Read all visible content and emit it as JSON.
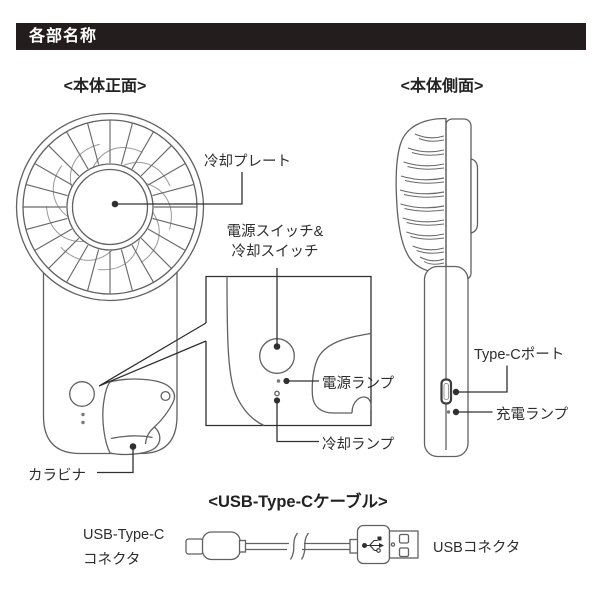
{
  "header": {
    "title": "各部名称"
  },
  "front_view": {
    "caption": "<本体正面>",
    "labels": {
      "cooling_plate": "冷却プレート",
      "switch_line1": "電源スイッチ&",
      "switch_line2": "冷却スイッチ",
      "power_lamp": "電源ランプ",
      "cooling_lamp": "冷却ランプ",
      "carabiner": "カラビナ"
    }
  },
  "side_view": {
    "caption": "<本体側面>",
    "labels": {
      "type_c_port": "Type-Cポート",
      "charge_lamp": "充電ランプ"
    }
  },
  "cable_section": {
    "caption": "<USB-Type-Cケーブル>",
    "labels": {
      "type_c_connector_line1": "USB-Type-C",
      "type_c_connector_line2": "コネクタ",
      "usb_connector": "USBコネクタ"
    }
  },
  "colors": {
    "banner_bg": "#231d1d",
    "banner_fg": "#ffffff",
    "line": "#616161",
    "accent_line": "#303030",
    "text": "#2d2d2d"
  }
}
